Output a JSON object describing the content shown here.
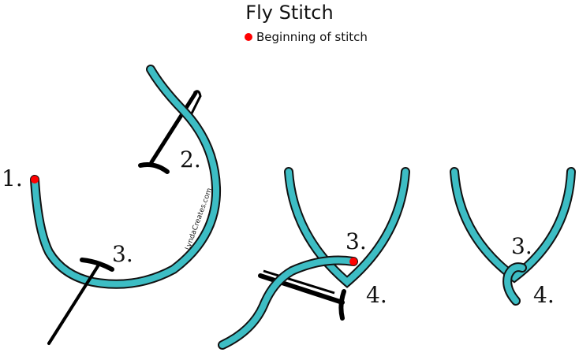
{
  "title": "Fly Stitch",
  "legend": {
    "label": "Beginning of stitch",
    "color": "#ff0000"
  },
  "colors": {
    "thread": "#3dbdc4",
    "outline": "#111111",
    "needle": "#000000",
    "start_dot": "#ff0000"
  },
  "watermark": "LyndaCreates.com",
  "panels": [
    {
      "id": "first",
      "labels": [
        "1.",
        "2.",
        "3."
      ]
    },
    {
      "id": "second",
      "labels": [
        "3.",
        "4."
      ]
    },
    {
      "id": "third",
      "labels": [
        "3.",
        "4."
      ]
    }
  ]
}
